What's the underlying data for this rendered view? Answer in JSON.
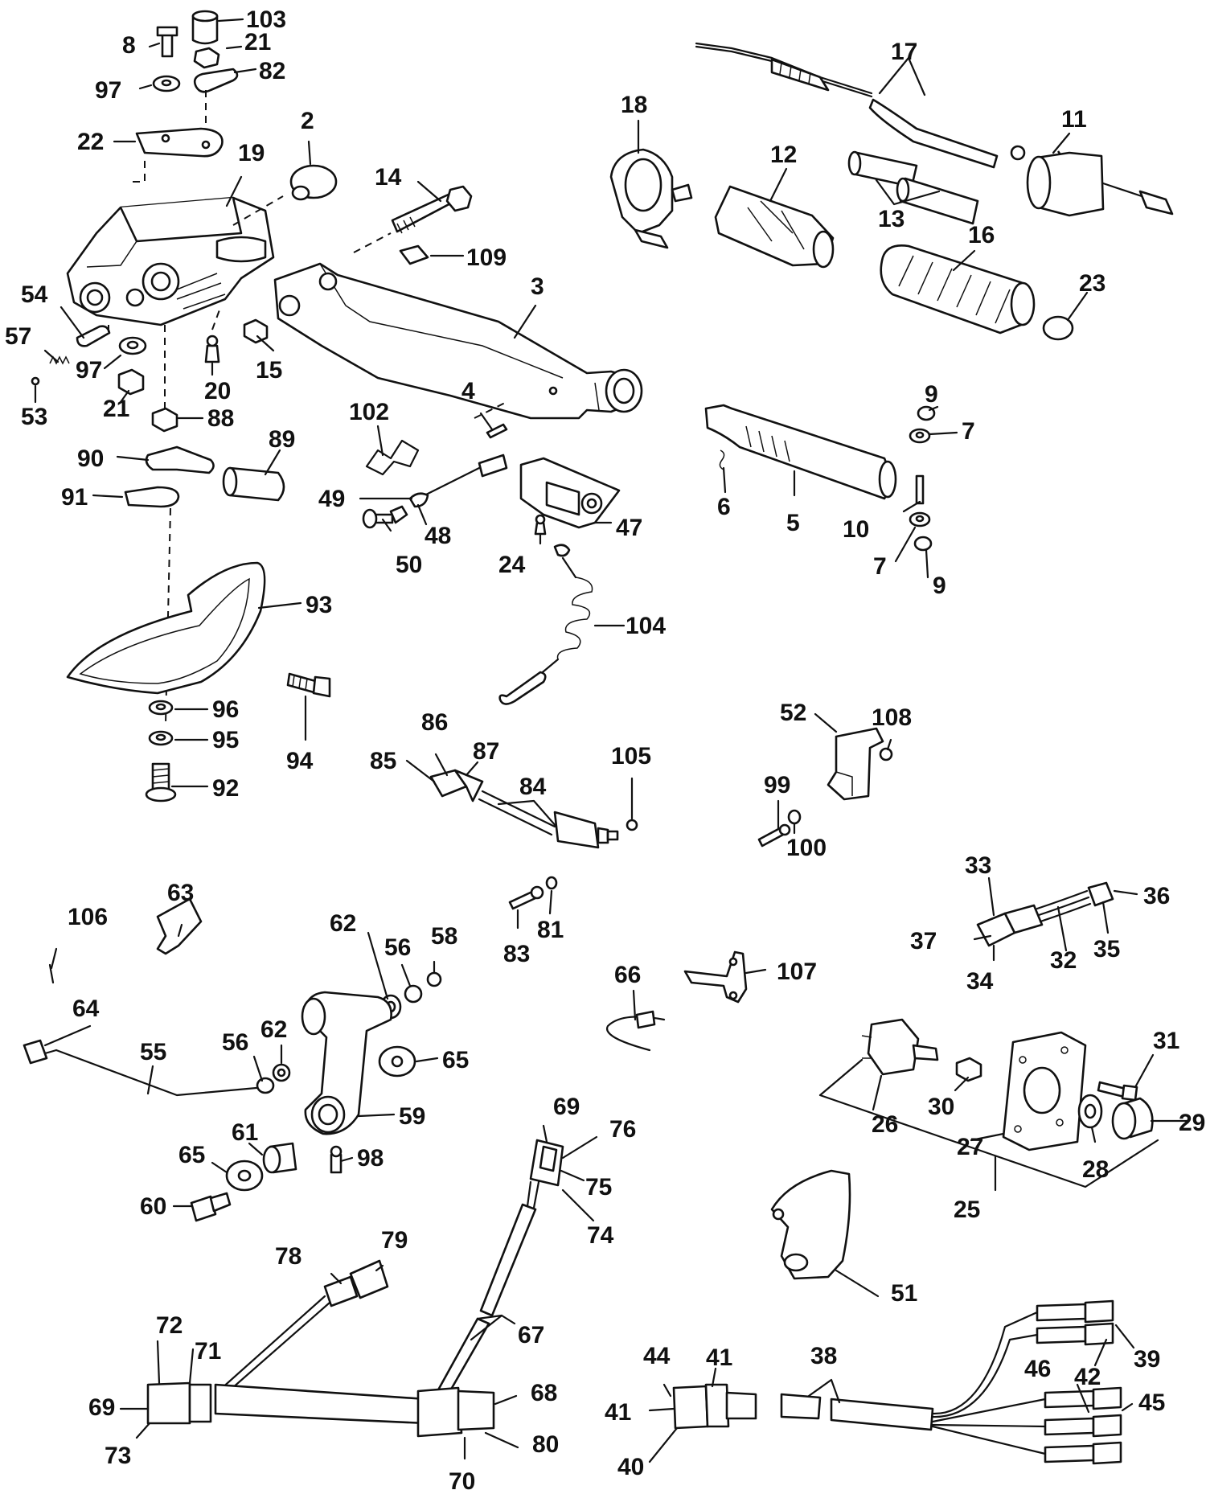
{
  "callouts": {
    "c103": "103",
    "c8": "8",
    "c21a": "21",
    "c97a": "97",
    "c82": "82",
    "c22": "22",
    "c19": "19",
    "c2": "2",
    "c14": "14",
    "c109": "109",
    "c54": "54",
    "c57": "57",
    "c53": "53",
    "c97b": "97",
    "c21b": "21",
    "c20": "20",
    "c15": "15",
    "c88": "88",
    "c3": "3",
    "c4": "4",
    "c90": "90",
    "c89": "89",
    "c91": "91",
    "c93": "93",
    "c96": "96",
    "c95": "95",
    "c92": "92",
    "c94": "94",
    "c102": "102",
    "c49": "49",
    "c48": "48",
    "c50": "50",
    "c47": "47",
    "c24": "24",
    "c104": "104",
    "c86": "86",
    "c87": "87",
    "c85": "85",
    "c84": "84",
    "c105": "105",
    "c83": "83",
    "c81": "81",
    "c17": "17",
    "c18": "18",
    "c12": "12",
    "c11": "11",
    "c13": "13",
    "c16": "16",
    "c23": "23",
    "c6": "6",
    "c5": "5",
    "c9a": "9",
    "c7a": "7",
    "c10": "10",
    "c7b": "7",
    "c9b": "9",
    "c52": "52",
    "c108": "108",
    "c99": "99",
    "c100": "100",
    "c33": "33",
    "c36": "36",
    "c37": "37",
    "c32": "32",
    "c35": "35",
    "c34": "34",
    "c106": "106",
    "c63": "63",
    "c62a": "62",
    "c56a": "56",
    "c58": "58",
    "c64": "64",
    "c55": "55",
    "c56b": "56",
    "c62b": "62",
    "c65a": "65",
    "c59": "59",
    "c61": "61",
    "c65b": "65",
    "c98": "98",
    "c60": "60",
    "c66": "66",
    "c107": "107",
    "c31": "31",
    "c26": "26",
    "c30": "30",
    "c27": "27",
    "c28": "28",
    "c29": "29",
    "c25": "25",
    "c69a": "69",
    "c76": "76",
    "c75": "75",
    "c74": "74",
    "c51": "51",
    "c78": "78",
    "c79": "79",
    "c67": "67",
    "c72": "72",
    "c71": "71",
    "c69b": "69",
    "c73": "73",
    "c68": "68",
    "c80": "80",
    "c70": "70",
    "c44": "44",
    "c41a": "41",
    "c38": "38",
    "c42": "42",
    "c39": "39",
    "c46": "46",
    "c45": "45",
    "c41b": "41",
    "c40": "40"
  }
}
